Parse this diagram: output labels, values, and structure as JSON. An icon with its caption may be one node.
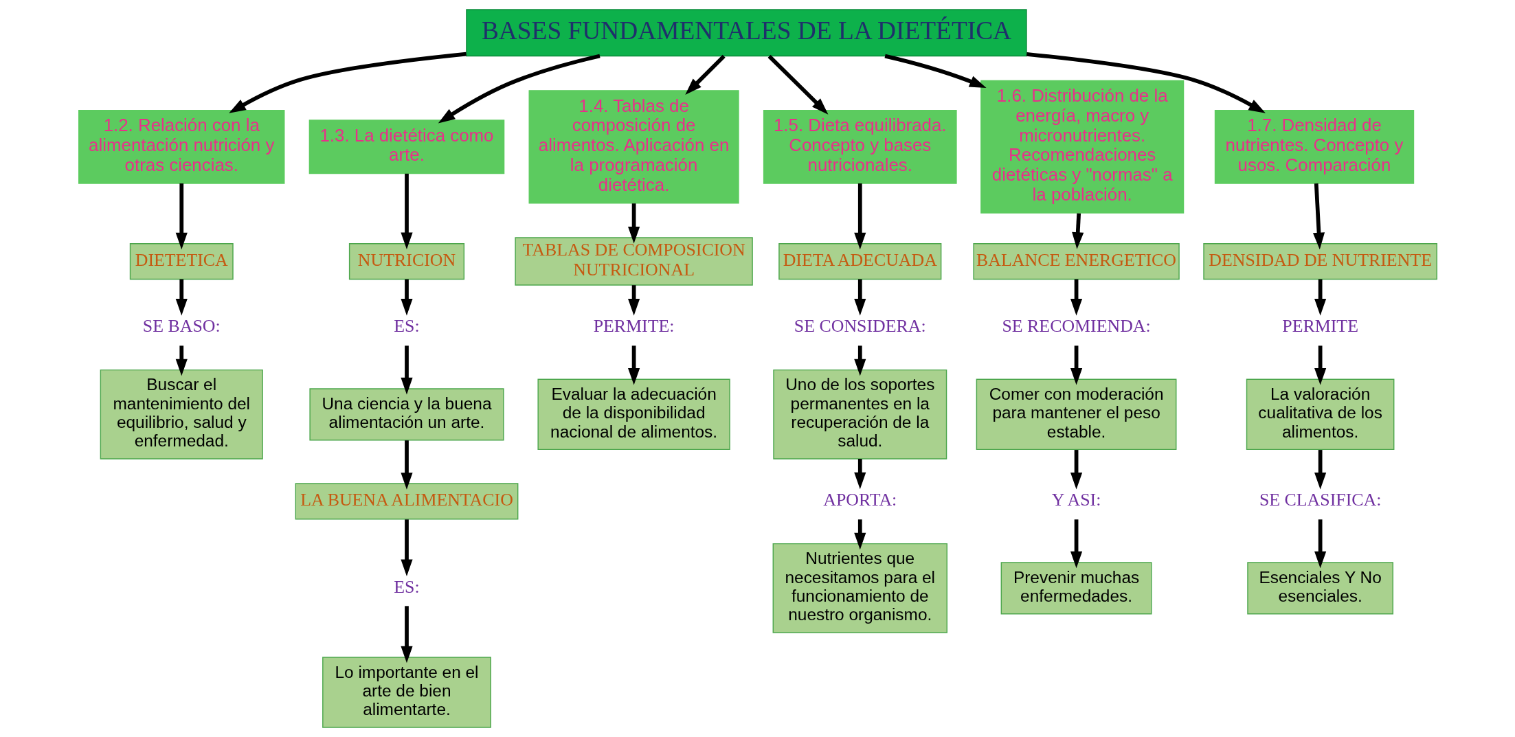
{
  "diagram": {
    "nodes": [
      {
        "text": [
          "BASES FUNDAMENTALES DE LA DIETÉTICA"
        ]
      },
      {
        "text": [
          "1.2. Relación con la alimentación nutrición y otras ciencias."
        ]
      },
      {
        "text": [
          "DIETETICA"
        ]
      },
      {
        "text": [
          "SE BASO:"
        ]
      },
      {
        "text": [
          "Buscar el mantenimiento del equilibrio, salud y enfermedad."
        ]
      },
      {
        "text": [
          "1.3. La dietética como arte."
        ]
      },
      {
        "text": [
          "NUTRICION"
        ]
      },
      {
        "text": [
          "ES:"
        ]
      },
      {
        "text": [
          "Una ciencia y la buena alimentación un arte."
        ]
      },
      {
        "text": [
          "LA BUENA ALIMENTACIO"
        ]
      },
      {
        "text": [
          "ES:"
        ]
      },
      {
        "text": [
          "Lo importante en el arte de bien alimentarte."
        ]
      },
      {
        "text": [
          "1.4. Tablas de composición de alimentos. Aplicación en la programación dietética."
        ]
      },
      {
        "text": [
          "TABLAS DE COMPOSICION NUTRICIONAL"
        ]
      },
      {
        "text": [
          "PERMITE:"
        ]
      },
      {
        "text": [
          "Evaluar la adecuación de la disponibilidad nacional de alimentos."
        ]
      },
      {
        "text": [
          "1.5. Dieta equilibrada. Concepto y bases nutricionales."
        ]
      },
      {
        "text": [
          "DIETA ADECUADA"
        ]
      },
      {
        "text": [
          "SE CONSIDERA:"
        ]
      },
      {
        "text": [
          "Uno de los soportes permanentes en la recuperación de la salud."
        ]
      },
      {
        "text": [
          "APORTA:"
        ]
      },
      {
        "text": [
          "Nutrientes que necesitamos para el funcionamiento de nuestro organismo."
        ]
      },
      {
        "text": [
          "1.6. Distribución de la energía, macro y micronutrientes. Recomendaciones dietéticas y \"normas\" a la población."
        ]
      },
      {
        "text": [
          "BALANCE ENERGETICO"
        ]
      },
      {
        "text": [
          "SE RECOMIENDA:"
        ]
      },
      {
        "text": [
          "Comer con moderación para mantener el peso estable."
        ]
      },
      {
        "text": [
          "Y ASI:"
        ]
      },
      {
        "text": [
          "Prevenir muchas enfermedades."
        ]
      },
      {
        "text": [
          "1.7. Densidad de nutrientes. Concepto y usos. Comparación"
        ]
      },
      {
        "text": [
          "DENSIDAD DE NUTRIENTE"
        ]
      },
      {
        "text": [
          "PERMITE"
        ]
      },
      {
        "text": [
          "La valoración cualitativa de los alimentos."
        ]
      },
      {
        "text": [
          "SE CLASIFICA:"
        ]
      },
      {
        "text": [
          "Esenciales Y No esenciales."
        ]
      }
    ],
    "edges": [
      {
        "from": 0,
        "to": 1,
        "arrow": "to"
      },
      {
        "from": 0,
        "to": 5,
        "arrow": "to"
      },
      {
        "from": 0,
        "to": 12,
        "arrow": "to"
      },
      {
        "from": 0,
        "to": 16,
        "arrow": "to"
      },
      {
        "from": 0,
        "to": 22,
        "arrow": "to"
      },
      {
        "from": 0,
        "to": 28,
        "arrow": "to"
      },
      {
        "from": 1,
        "to": 2,
        "arrow": "to"
      },
      {
        "from": 2,
        "to": 3,
        "arrow": "to"
      },
      {
        "from": 3,
        "to": 4,
        "arrow": "to"
      },
      {
        "from": 5,
        "to": 6,
        "arrow": "to"
      },
      {
        "from": 6,
        "to": 7,
        "arrow": "to"
      },
      {
        "from": 7,
        "to": 8,
        "arrow": "to"
      },
      {
        "from": 8,
        "to": 9,
        "arrow": "to"
      },
      {
        "from": 9,
        "to": 10,
        "arrow": "to"
      },
      {
        "from": 10,
        "to": 11,
        "arrow": "to"
      },
      {
        "from": 12,
        "to": 13,
        "arrow": "to"
      },
      {
        "from": 13,
        "to": 14,
        "arrow": "to"
      },
      {
        "from": 14,
        "to": 15,
        "arrow": "to"
      },
      {
        "from": 16,
        "to": 17,
        "arrow": "to"
      },
      {
        "from": 17,
        "to": 18,
        "arrow": "to"
      },
      {
        "from": 18,
        "to": 19,
        "arrow": "to"
      },
      {
        "from": 19,
        "to": 20,
        "arrow": "to"
      },
      {
        "from": 20,
        "to": 21,
        "arrow": "to"
      },
      {
        "from": 22,
        "to": 23,
        "arrow": "to"
      },
      {
        "from": 23,
        "to": 24,
        "arrow": "to"
      },
      {
        "from": 24,
        "to": 25,
        "arrow": "to"
      },
      {
        "from": 25,
        "to": 26,
        "arrow": "to"
      },
      {
        "from": 26,
        "to": 27,
        "arrow": "to"
      },
      {
        "from": 28,
        "to": 29,
        "arrow": "to"
      },
      {
        "from": 29,
        "to": 30,
        "arrow": "to"
      },
      {
        "from": 30,
        "to": 31,
        "arrow": "to"
      },
      {
        "from": 31,
        "to": 32,
        "arrow": "to"
      },
      {
        "from": 32,
        "to": 33,
        "arrow": "to"
      }
    ]
  }
}
